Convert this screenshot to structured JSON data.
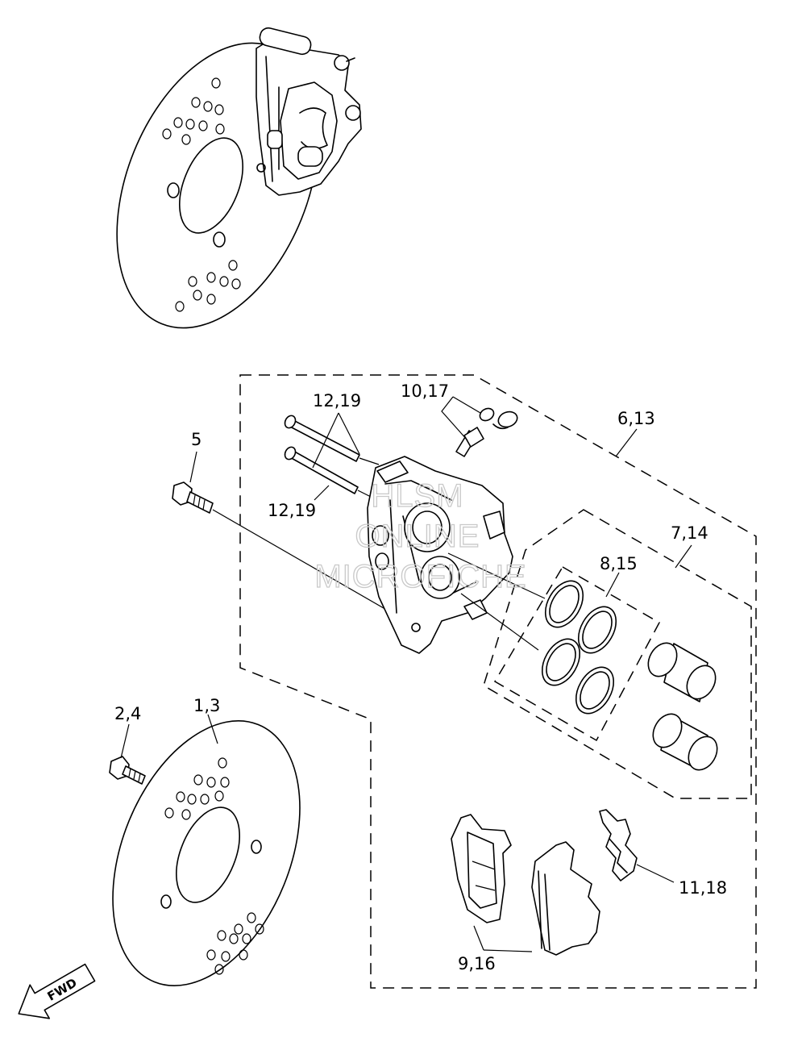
{
  "labels": {
    "bolt_a_top": "12,19",
    "bolt_a_bottom": "12,19",
    "bleed_valve": "10,17",
    "caliper_assy": "6,13",
    "bolt_5": "5",
    "piston_kit": "7,14",
    "seal_kit": "8,15",
    "disc": "1,3",
    "disc_bolt": "2,4",
    "pad_spring": "11,18",
    "brake_pads": "9,16"
  },
  "watermark": {
    "line1": "HLSM",
    "line2": "ONLINE",
    "line3": "MICROFICHE"
  },
  "direction_arrow": {
    "text": "FWD",
    "icon": "fwd-arrow-icon"
  }
}
